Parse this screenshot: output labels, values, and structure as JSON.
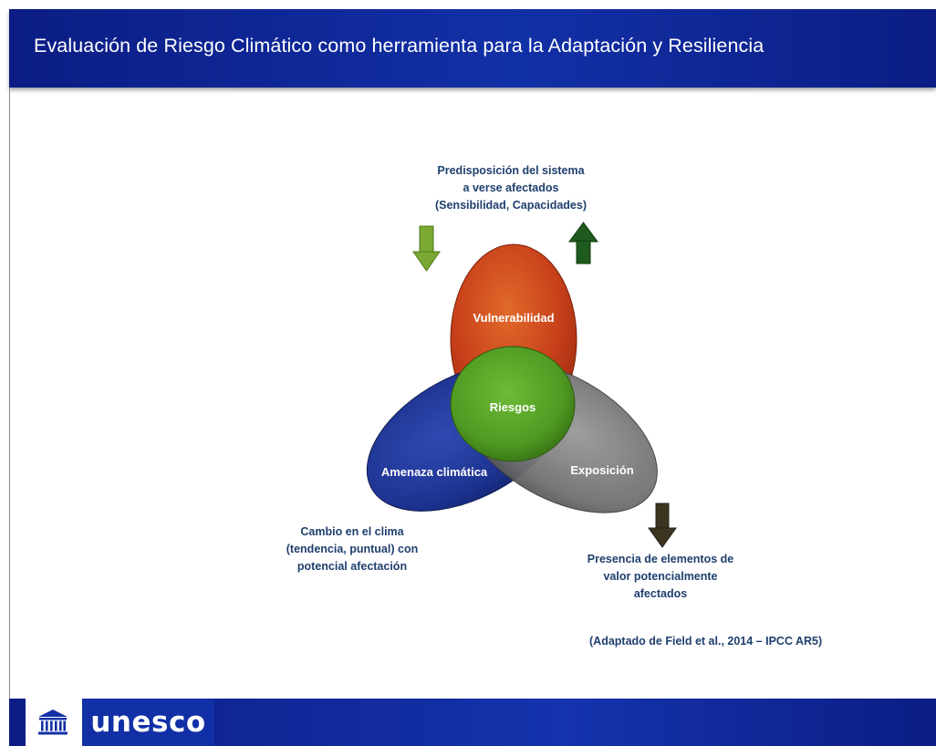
{
  "slide": {
    "title": "Evaluación de Riesgo Climático como herramienta para la Adaptación y Resiliencia"
  },
  "diagram": {
    "vulnerability": {
      "label": "Vulnerabilidad",
      "description": [
        "Predisposición del sistema",
        "a verse afectados",
        "(Sensibilidad, Capacidades)"
      ],
      "color": "#c8401a"
    },
    "hazard": {
      "label": "Amenaza climática",
      "description": [
        "Cambio en el clima",
        "(tendencia, puntual) con",
        "potencial afectación"
      ],
      "color": "#152c8c"
    },
    "exposure": {
      "label": "Exposición",
      "description": [
        "Presencia de elementos de",
        "valor potencialmente",
        "afectados"
      ],
      "color": "#6f6f6f"
    },
    "risk": {
      "label": "Riesgos",
      "color": "#4f9a22"
    },
    "arrows": {
      "down_left": {
        "direction": "down",
        "color": "#7aa832"
      },
      "up_right": {
        "direction": "up",
        "color": "#1f5a1f"
      },
      "down_bottom": {
        "direction": "down",
        "color": "#3b3520"
      }
    }
  },
  "citation": "(Adaptado de Field et al., 2014 – IPCC AR5)",
  "footer": {
    "logo_icon": "unesco-temple-icon",
    "logo_text": "unesco"
  }
}
